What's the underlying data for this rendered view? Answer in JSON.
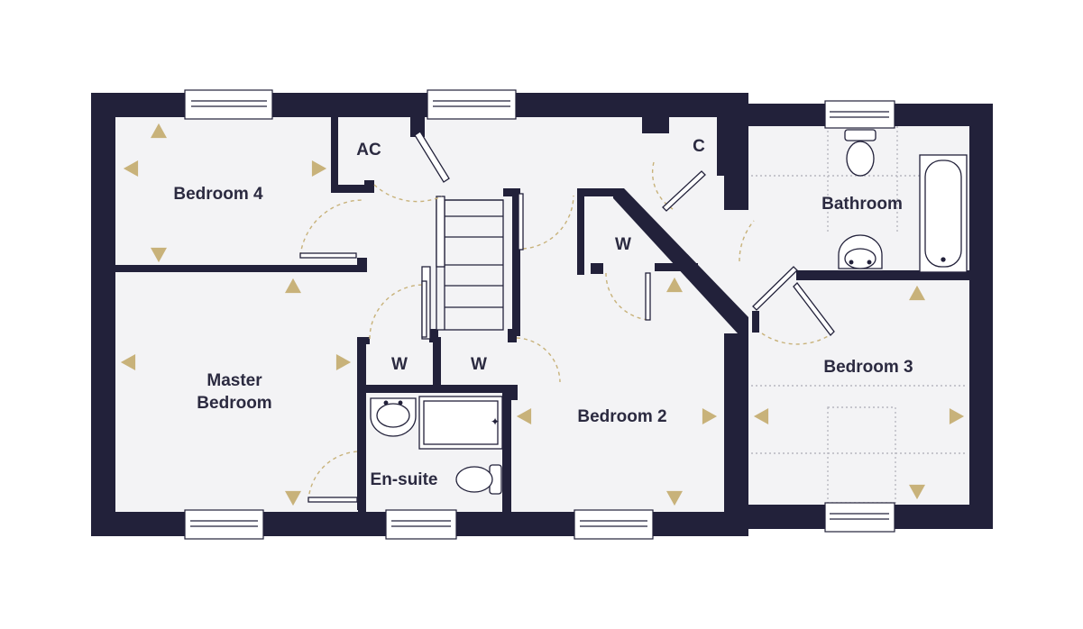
{
  "colors": {
    "wall": "#22213a",
    "floor": "#f3f3f5",
    "accent": "#c8b27a",
    "window_frame": "#9a9aa8",
    "dotted_line": "#b0b0b8"
  },
  "rooms": {
    "bedroom4": "Bedroom 4",
    "ac": "AC",
    "c": "C",
    "bathroom": "Bathroom",
    "wardrobe_bed2": "W",
    "master_line1": "Master",
    "master_line2": "Bedroom",
    "wardrobe_master": "W",
    "wardrobe_landing": "W",
    "bedroom3": "Bedroom 3",
    "bedroom2": "Bedroom 2",
    "ensuite": "En-suite"
  },
  "icons": {
    "dimension_marker": "triangle-arrow-icon",
    "door_swing": "door-arc-icon",
    "window": "window-icon",
    "toilet": "toilet-icon",
    "basin": "basin-icon",
    "bath": "bath-icon",
    "shower": "shower-tray-icon",
    "staircase": "staircase-icon"
  }
}
